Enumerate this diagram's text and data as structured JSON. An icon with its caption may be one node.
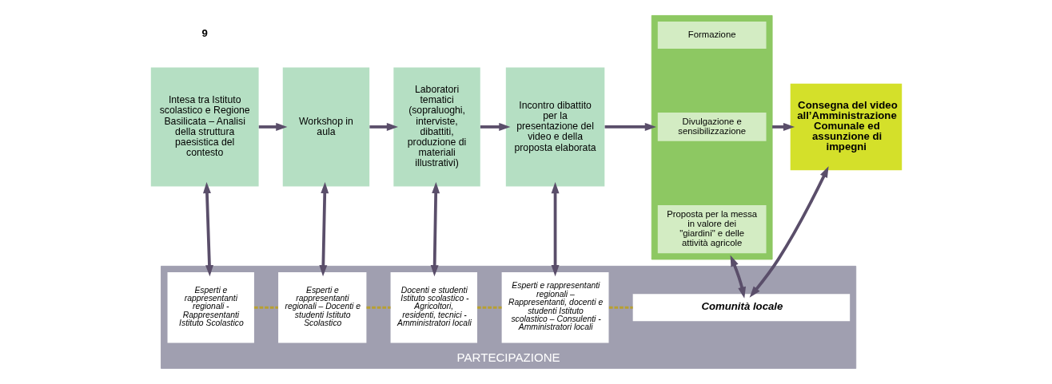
{
  "diagram": {
    "nodes": [
      {
        "text": [
          "Intesa tra Istituto scolastico e Regione Basilicata – Analisi della struttura paesistica del contesto"
        ]
      },
      {
        "text": [
          "Workshop in aula"
        ]
      },
      {
        "text": [
          "Laboratori tematici (sopraluoghi, interviste, dibattiti, produzione di materiali illustrativi)"
        ]
      },
      {
        "text": [
          "Incontro dibattito per la presentazione del video e della proposta elaborata"
        ]
      },
      {
        "text": [],
        "shape": "box"
      },
      {
        "text": [
          "Formazione"
        ],
        "in": 4
      },
      {
        "text": [
          "Divulgazione e sensibilizzazione"
        ],
        "in": 4
      },
      {
        "text": [
          "Proposta per la messa in valore dei \"giardini\" e delle attività agricole"
        ],
        "in": 4
      },
      {
        "text": [
          "Consegna del video all’Amministrazione Comunale ed assunzione di impegni"
        ]
      },
      {
        "text": [
          "PARTECIPAZIONE"
        ]
      },
      {
        "text": [
          "Esperti e rappresentanti regionali - Rappresentanti Istituto Scolastico"
        ],
        "in": 9
      },
      {
        "text": [
          "Esperti e rappresentanti regionali – Docenti e studenti Istituto Scolastico"
        ],
        "in": 9
      },
      {
        "text": [
          "Docenti e studenti Istituto scolastico - Agricoltori, residenti, tecnici - Amministratori locali"
        ],
        "in": 9
      },
      {
        "text": [
          "Esperti e rappresentanti regionali – Rappresentanti, docenti e studenti Istituto scolastico – Consulenti - Amministratori locali"
        ],
        "in": 9
      },
      {
        "text": [
          "Comunità locale"
        ],
        "in": 9
      }
    ],
    "edges": [
      {
        "from": 0,
        "to": 1,
        "arrow": "to"
      },
      {
        "from": 1,
        "to": 2,
        "arrow": "to"
      },
      {
        "from": 2,
        "to": 3,
        "arrow": "to"
      },
      {
        "from": 3,
        "to": 4,
        "arrow": "to"
      },
      {
        "from": 4,
        "to": 8,
        "arrow": "to"
      },
      {
        "from": 0,
        "to": 10,
        "arrow": "both"
      },
      {
        "from": 1,
        "to": 11,
        "arrow": "both"
      },
      {
        "from": 2,
        "to": 12,
        "arrow": "both"
      },
      {
        "from": 3,
        "to": 13,
        "arrow": "both"
      },
      {
        "from": 4,
        "to": 14,
        "arrow": "both"
      },
      {
        "from": 8,
        "to": 14,
        "arrow": "both"
      },
      {
        "from": 10,
        "to": 11,
        "arrow": "none",
        "style": "dashed",
        "color": "#b8a030"
      },
      {
        "from": 11,
        "to": 12,
        "arrow": "none",
        "style": "dashed",
        "color": "#b8a030"
      },
      {
        "from": 12,
        "to": 13,
        "arrow": "none",
        "style": "dashed",
        "color": "#b8a030"
      },
      {
        "from": 13,
        "to": 14,
        "arrow": "none",
        "style": "dashed",
        "color": "#b8a030"
      }
    ],
    "labels": [
      "9"
    ]
  }
}
